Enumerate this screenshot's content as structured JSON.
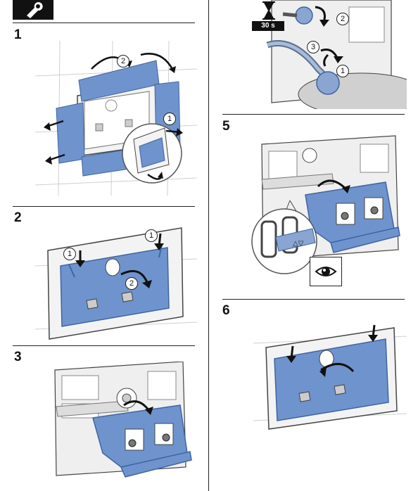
{
  "steps": {
    "s1": {
      "number": "1"
    },
    "s2": {
      "number": "2"
    },
    "s3": {
      "number": "3"
    },
    "s5": {
      "number": "5"
    },
    "s6": {
      "number": "6"
    }
  },
  "callouts": {
    "one": "1",
    "two": "2",
    "three": "3"
  },
  "timer": {
    "label": "30 s"
  },
  "icons": {
    "header": "wrench-icon",
    "timer": "hourglass-icon",
    "inspect": "eye-icon"
  },
  "colors": {
    "part_blue": "#6f93cc",
    "part_blue_dark": "#3f64a3",
    "line": "#222222",
    "tile": "#d8d8d8"
  }
}
